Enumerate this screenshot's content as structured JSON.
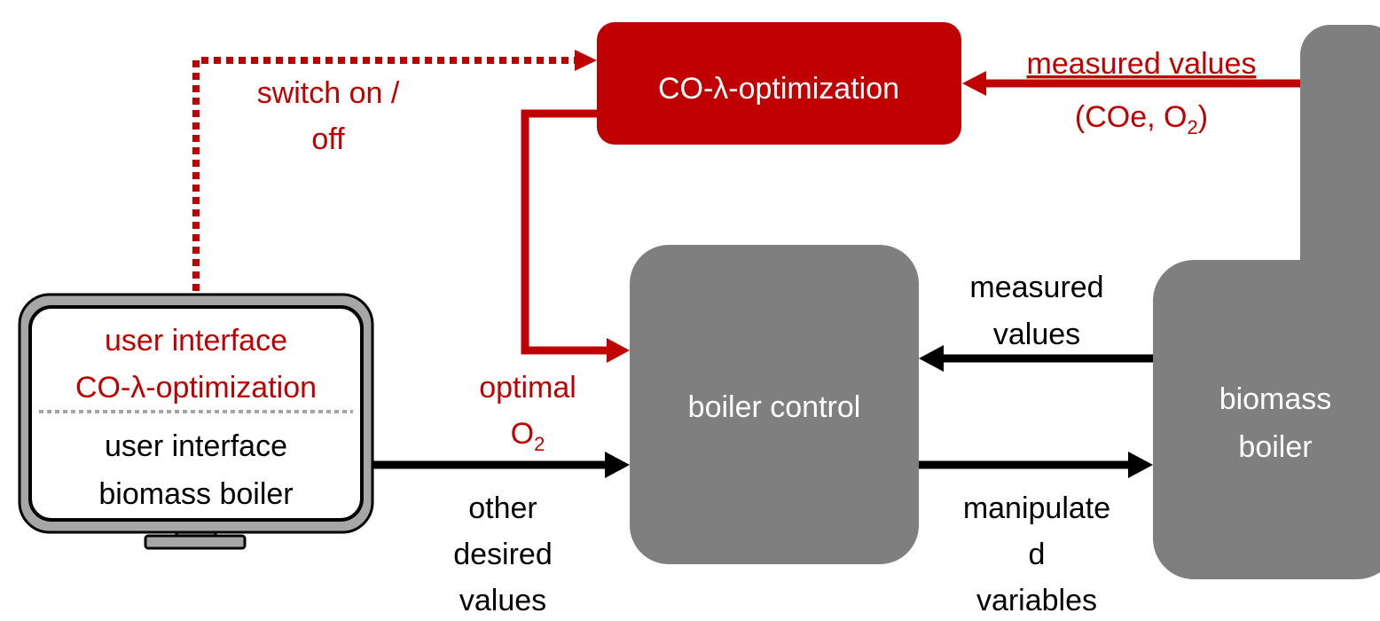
{
  "colors": {
    "accent_red": "#c00000",
    "box_gray": "#7f7f7f",
    "arrow_black": "#000000",
    "divider_gray": "#a6a6a6",
    "text_white": "#ffffff"
  },
  "nodes": {
    "co_lambda_optimization": {
      "label": "CO-λ-optimization"
    },
    "boiler_control": {
      "label": "boiler control"
    },
    "biomass_boiler": {
      "line1": "biomass",
      "line2": "boiler"
    },
    "monitor": {
      "co_ui_line1": "user interface",
      "co_ui_line2": "CO-λ-optimization",
      "boiler_ui_line1": "user interface",
      "boiler_ui_line2": "biomass boiler"
    }
  },
  "edge_labels": {
    "switch": {
      "line1": "switch on /",
      "line2": "off"
    },
    "measured_co": {
      "line1": "measured values",
      "line2_prefix": "(COe, O",
      "line2_sub": "2",
      "line2_suffix": ")"
    },
    "measured_boiler": {
      "line1": "measured",
      "line2": "values"
    },
    "optimal": {
      "line1": "optimal",
      "line2_base": "O",
      "line2_sub": "2"
    },
    "other_desired": {
      "line1": "other",
      "line2": "desired",
      "line3": "values"
    },
    "manipulated": {
      "line1": "manipulate",
      "line2": "d",
      "line3": "variables"
    }
  }
}
